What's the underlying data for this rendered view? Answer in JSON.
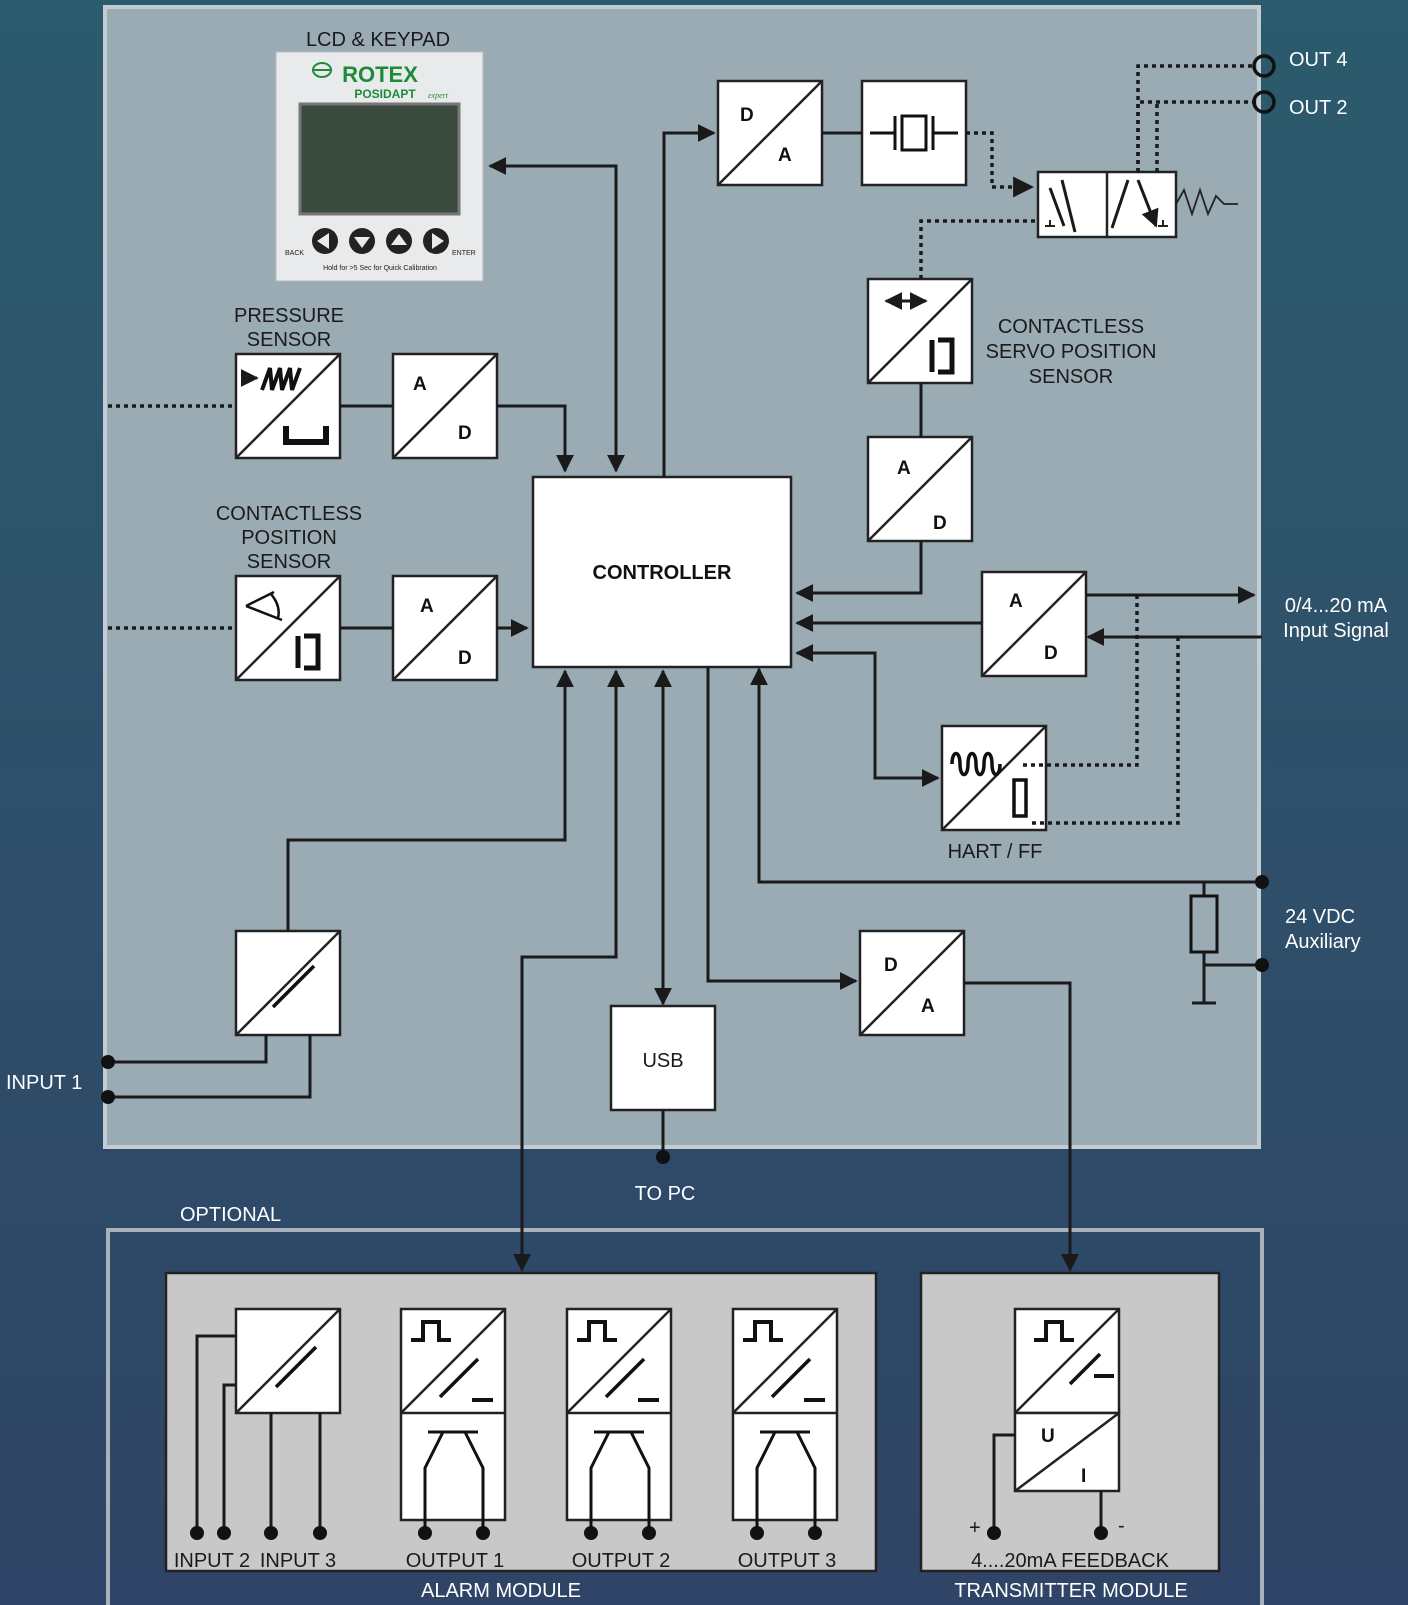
{
  "labels": {
    "lcd_keypad": "LCD & KEYPAD",
    "pressure_sensor_1": "PRESSURE",
    "pressure_sensor_2": "SENSOR",
    "contactless_pos_1": "CONTACTLESS",
    "contactless_pos_2": "POSITION",
    "contactless_pos_3": "SENSOR",
    "servo_pos_1": "CONTACTLESS",
    "servo_pos_2": "SERVO POSITION",
    "servo_pos_3": "SENSOR",
    "controller": "CONTROLLER",
    "hart_ff": "HART / FF",
    "usb": "USB",
    "to_pc": "TO PC",
    "optional": "OPTIONAL",
    "input1": "INPUT 1",
    "out4": "OUT 4",
    "out2": "OUT 2",
    "input_signal_1": "0/4...20 mA",
    "input_signal_2": "Input Signal",
    "aux_1": "24 VDC",
    "aux_2": "Auxiliary",
    "input2": "INPUT 2",
    "input3": "INPUT 3",
    "output1": "OUTPUT 1",
    "output2": "OUTPUT 2",
    "output3": "OUTPUT 3",
    "alarm_module": "ALARM MODULE",
    "feedback": "4....20mA FEEDBACK",
    "transmitter_module": "TRANSMITTER MODULE",
    "plus": "+",
    "minus": "-"
  },
  "converters": {
    "a": "A",
    "d": "D",
    "u": "U",
    "i": "I"
  },
  "lcd": {
    "brand": "ROTEX",
    "model": "POSIDAPT",
    "model_suffix": "expert",
    "back": "BACK",
    "enter": "ENTER",
    "hint": "Hold for >5 Sec for Quick Calibration"
  },
  "colors": {
    "background_top": "#2c5a6c",
    "background_bottom": "#2f4466",
    "main_panel": "#9aabb4",
    "module_box": "#c8c8c8",
    "lcd_screen": "#3b4a3e",
    "brand_green": "#1f8a3a"
  }
}
